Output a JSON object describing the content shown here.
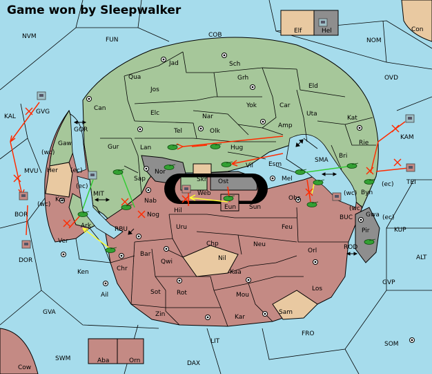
{
  "title": "Game won by Sleepwalker",
  "colors": {
    "sea": "#a6dcec",
    "green": "#a6c79a",
    "red": "#c48a84",
    "tan": "#e9c9a1",
    "gray": "#8e8e8e",
    "black": "#000000",
    "order_support": "#ffff33",
    "order_move": "#ff2b00",
    "order_hold": "#33cc33"
  },
  "labels": [
    {
      "id": "nvm",
      "text": "NVM"
    },
    {
      "id": "fun",
      "text": "FUN"
    },
    {
      "id": "cob",
      "text": "COB"
    },
    {
      "id": "nom",
      "text": "NOM"
    },
    {
      "id": "con",
      "text": "Con"
    },
    {
      "id": "elf",
      "text": "Elf"
    },
    {
      "id": "hel",
      "text": "Hel"
    },
    {
      "id": "jad",
      "text": "Jad"
    },
    {
      "id": "sch",
      "text": "Sch"
    },
    {
      "id": "qua",
      "text": "Qua"
    },
    {
      "id": "jos",
      "text": "Jos"
    },
    {
      "id": "grh",
      "text": "Grh"
    },
    {
      "id": "eld",
      "text": "Eld"
    },
    {
      "id": "ovd",
      "text": "OVD"
    },
    {
      "id": "can",
      "text": "Can"
    },
    {
      "id": "yok",
      "text": "Yok"
    },
    {
      "id": "car",
      "text": "Car"
    },
    {
      "id": "uta",
      "text": "Uta"
    },
    {
      "id": "elc",
      "text": "Elc"
    },
    {
      "id": "nar",
      "text": "Nar"
    },
    {
      "id": "kat",
      "text": "Kat"
    },
    {
      "id": "kal",
      "text": "KAL"
    },
    {
      "id": "gvg",
      "text": "GVG"
    },
    {
      "id": "tel",
      "text": "Tel"
    },
    {
      "id": "olk",
      "text": "Olk"
    },
    {
      "id": "amp",
      "text": "Amp"
    },
    {
      "id": "gor",
      "text": "GOR"
    },
    {
      "id": "kam",
      "text": "KAM"
    },
    {
      "id": "gaw",
      "text": "Gaw"
    },
    {
      "id": "gur",
      "text": "Gur"
    },
    {
      "id": "lan",
      "text": "Lan"
    },
    {
      "id": "hug",
      "text": "Hug"
    },
    {
      "id": "rie",
      "text": "Rie"
    },
    {
      "id": "bri",
      "text": "Bri"
    },
    {
      "id": "sma",
      "text": "SMA"
    },
    {
      "id": "wc1",
      "text": "(wc)"
    },
    {
      "id": "her",
      "text": "Her"
    },
    {
      "id": "ec1",
      "text": "(ec)"
    },
    {
      "id": "nor",
      "text": "Nor"
    },
    {
      "id": "skr",
      "text": "Skr"
    },
    {
      "id": "vil",
      "text": "Vil"
    },
    {
      "id": "esm",
      "text": "Esm"
    },
    {
      "id": "mvu",
      "text": "MVU"
    },
    {
      "id": "sap",
      "text": "Sap"
    },
    {
      "id": "ost",
      "text": "Ost"
    },
    {
      "id": "tei",
      "text": "TEI"
    },
    {
      "id": "byn",
      "text": "Byn"
    },
    {
      "id": "ec2",
      "text": "(ec)"
    },
    {
      "id": "mel",
      "text": "Mel"
    },
    {
      "id": "ec3",
      "text": "(ec)"
    },
    {
      "id": "mit",
      "text": "MIT"
    },
    {
      "id": "web",
      "text": "Web"
    },
    {
      "id": "wc2",
      "text": "(wc)"
    },
    {
      "id": "kor",
      "text": "Kor"
    },
    {
      "id": "wc3",
      "text": "(wc)"
    },
    {
      "id": "nab",
      "text": "Nab"
    },
    {
      "id": "obs",
      "text": "Obs"
    },
    {
      "id": "eun",
      "text": "Eun"
    },
    {
      "id": "hil",
      "text": "Hil"
    },
    {
      "id": "sun",
      "text": "Sun"
    },
    {
      "id": "gwa",
      "text": "Gwa"
    },
    {
      "id": "ec4",
      "text": "(ec)"
    },
    {
      "id": "bor",
      "text": "BOR"
    },
    {
      "id": "wc4",
      "text": "(wc)"
    },
    {
      "id": "buc",
      "text": "BUC"
    },
    {
      "id": "ark",
      "text": "Ark"
    },
    {
      "id": "nog",
      "text": "Nog"
    },
    {
      "id": "kup",
      "text": "KUP"
    },
    {
      "id": "rbu",
      "text": "RBU"
    },
    {
      "id": "uru",
      "text": "Uru"
    },
    {
      "id": "feu",
      "text": "Feu"
    },
    {
      "id": "pir",
      "text": "Pir"
    },
    {
      "id": "ver",
      "text": "Ver"
    },
    {
      "id": "chp",
      "text": "Chp"
    },
    {
      "id": "neu",
      "text": "Neu"
    },
    {
      "id": "orl",
      "text": "Orl"
    },
    {
      "id": "dor",
      "text": "DOR"
    },
    {
      "id": "bar",
      "text": "Bar"
    },
    {
      "id": "rod",
      "text": "ROD"
    },
    {
      "id": "qwi",
      "text": "Qwi"
    },
    {
      "id": "nil",
      "text": "Nil"
    },
    {
      "id": "alt",
      "text": "ALT"
    },
    {
      "id": "chr",
      "text": "Chr"
    },
    {
      "id": "ken",
      "text": "Ken"
    },
    {
      "id": "kaa",
      "text": "Kaa"
    },
    {
      "id": "gvp",
      "text": "GVP"
    },
    {
      "id": "los",
      "text": "Los"
    },
    {
      "id": "ail",
      "text": "Ail"
    },
    {
      "id": "sot",
      "text": "Sot"
    },
    {
      "id": "rot",
      "text": "Rot"
    },
    {
      "id": "mou",
      "text": "Mou"
    },
    {
      "id": "gva",
      "text": "GVA"
    },
    {
      "id": "sam",
      "text": "Sam"
    },
    {
      "id": "zin",
      "text": "Zin"
    },
    {
      "id": "kar",
      "text": "Kar"
    },
    {
      "id": "fro",
      "text": "FRO"
    },
    {
      "id": "lit",
      "text": "LIT"
    },
    {
      "id": "som",
      "text": "SOM"
    },
    {
      "id": "swm",
      "text": "SWM"
    },
    {
      "id": "aba",
      "text": "Aba"
    },
    {
      "id": "orn",
      "text": "Orn"
    },
    {
      "id": "dax",
      "text": "DAX"
    },
    {
      "id": "cow",
      "text": "Cow"
    }
  ]
}
